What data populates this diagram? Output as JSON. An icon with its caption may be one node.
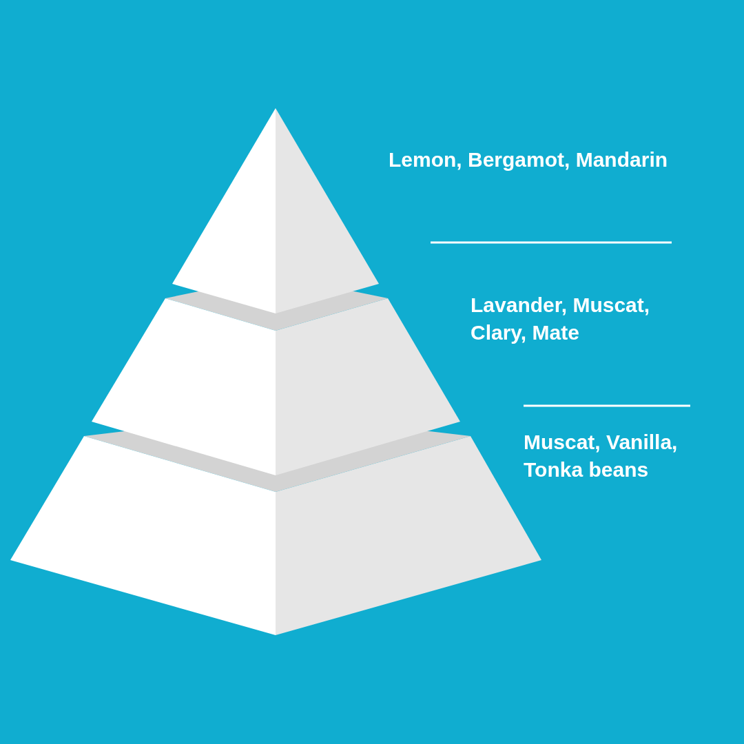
{
  "diagram": {
    "labels": [
      "Lemon, Bergamot, Mandarin",
      "Lavander, Muscat, Clary, Mate",
      "Muscat, Vanilla, Tonka beans"
    ]
  }
}
